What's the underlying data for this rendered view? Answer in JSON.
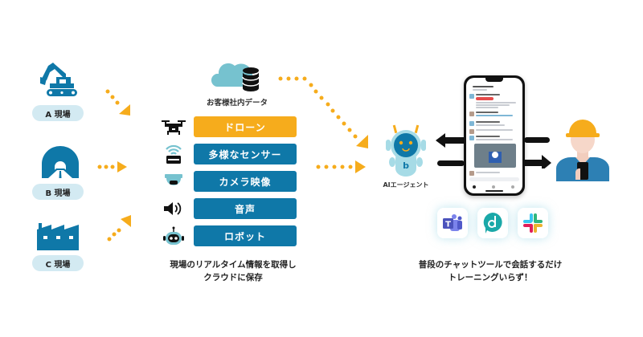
{
  "sites": [
    {
      "label": "A 現場",
      "icon": "excavator-icon"
    },
    {
      "label": "B 現場",
      "icon": "tunnel-icon"
    },
    {
      "label": "C 現場",
      "icon": "factory-icon"
    }
  ],
  "storage": {
    "label": "お客様社内データ",
    "icon": "cloud-database-icon"
  },
  "sources": [
    {
      "label": "ドローン",
      "icon": "drone-icon",
      "highlighted": true
    },
    {
      "label": "多様なセンサー",
      "icon": "sensor-icon",
      "highlighted": false
    },
    {
      "label": "カメラ映像",
      "icon": "camera-icon",
      "highlighted": false
    },
    {
      "label": "音声",
      "icon": "speaker-icon",
      "highlighted": false
    },
    {
      "label": "ロボット",
      "icon": "robot-icon",
      "highlighted": false
    }
  ],
  "sources_caption": {
    "line1": "現場のリアルタイム情報を取得し",
    "line2": "クラウドに保存"
  },
  "agent": {
    "label": "AIエージェント",
    "icon": "ai-robot-icon"
  },
  "chat_tools": [
    {
      "name": "Microsoft Teams",
      "icon": "teams-icon"
    },
    {
      "name": "direct",
      "icon": "direct-icon"
    },
    {
      "name": "Slack",
      "icon": "slack-icon"
    }
  ],
  "chat_caption": {
    "line1": "普段のチャットツールで会話するだけ",
    "line2": "トレーニングいらず！"
  },
  "colors": {
    "primary_blue": "#0f78a8",
    "accent_orange": "#f6ac1c",
    "pill_bg": "#d3eaf2",
    "cloud": "#76c2cf"
  }
}
